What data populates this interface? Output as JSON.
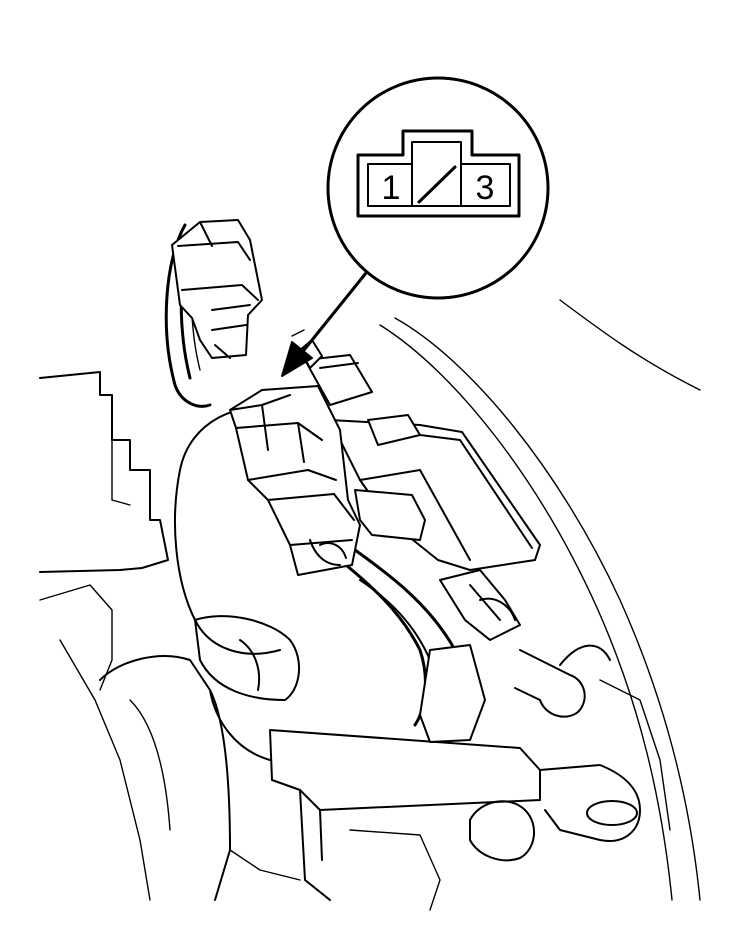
{
  "connector_view": {
    "pins": [
      {
        "label": "1",
        "state": "terminal"
      },
      {
        "label": "",
        "state": "empty-slot"
      },
      {
        "label": "3",
        "state": "terminal"
      }
    ]
  },
  "colors": {
    "line": "#000000",
    "background": "#ffffff"
  }
}
